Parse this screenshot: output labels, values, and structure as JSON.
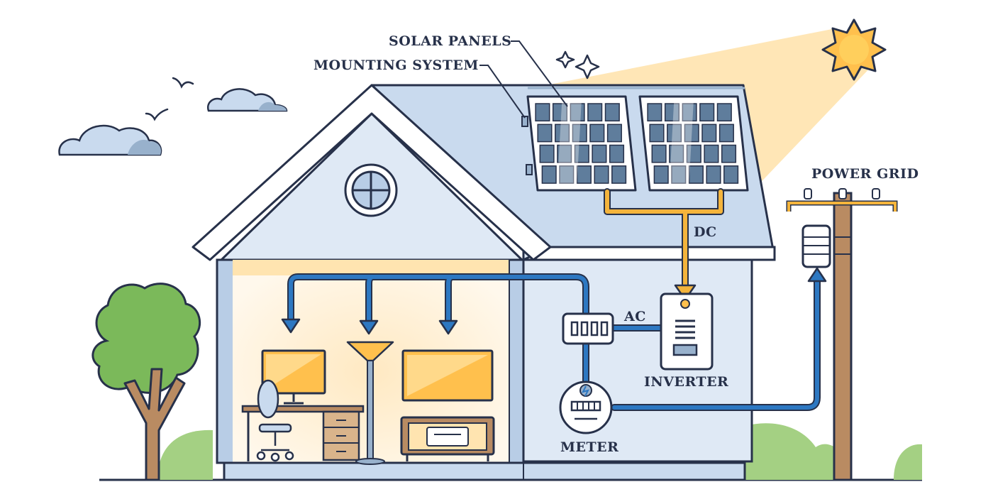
{
  "labels": {
    "solar_panels": "SOLAR PANELS",
    "mounting_system": "MOUNTING SYSTEM",
    "power_grid": "POWER GRID",
    "dc": "DC",
    "ac": "AC",
    "inverter": "INVERTER",
    "meter": "METER"
  },
  "colors": {
    "outline": "#27314a",
    "sky_blue": "#c9daee",
    "wall_blue": "#dfe9f5",
    "roof_blue": "#b8cde6",
    "warm_light": "#ffe4b0",
    "sun_yellow": "#ffc04d",
    "dc_wire": "#f4b43c",
    "ac_wire": "#2d78c2",
    "panel_cell": "#5f7d9c",
    "tree_green": "#7bb95a",
    "pole_brown": "#b98b62"
  },
  "icons": [
    "sun-icon",
    "sparkle-icon",
    "cloud-icon",
    "bird-icon",
    "tree-icon",
    "bush-icon",
    "round-window-icon",
    "computer-monitor-icon",
    "office-chair-icon",
    "desk-icon",
    "floor-lamp-icon",
    "tv-icon",
    "tv-cabinet-icon",
    "circuit-breaker-icon",
    "inverter-icon",
    "electric-meter-icon",
    "utility-pole-icon",
    "transformer-icon"
  ]
}
